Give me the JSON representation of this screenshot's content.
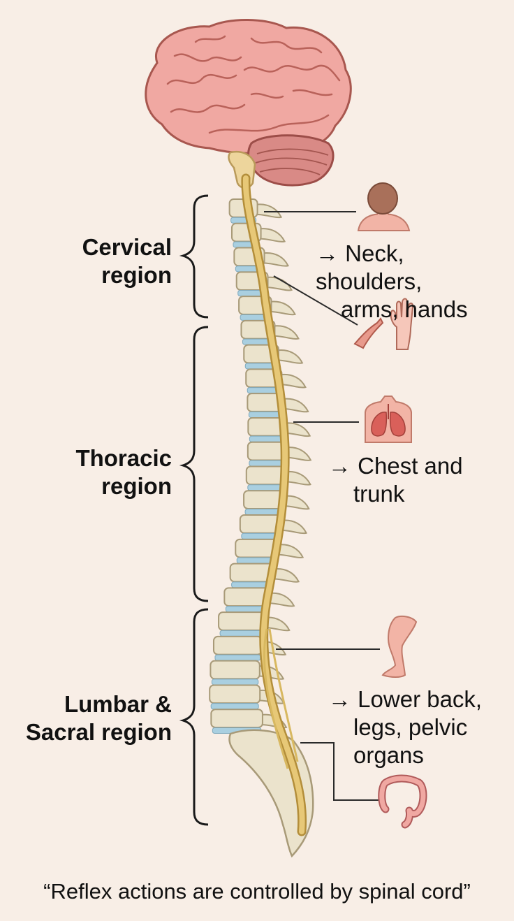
{
  "regions": [
    {
      "line1": "Cervical",
      "line2": "region"
    },
    {
      "line1": "Thoracic",
      "line2": "region"
    },
    {
      "line1": "Lumbar &",
      "line2": "Sacral region"
    }
  ],
  "effects": [
    {
      "arrow": "→",
      "line1": "Neck, shoulders,",
      "line2": "arms, hands",
      "line3": ""
    },
    {
      "arrow": "→",
      "line1": "Chest and",
      "line2": "trunk",
      "line3": ""
    },
    {
      "arrow": "→",
      "line1": "Lower back,",
      "line2": "legs, pelvic",
      "line3": "organs"
    }
  ],
  "caption": "“Reflex actions are controlled by spinal cord”",
  "icons": [
    "head-shoulders-icon",
    "arm-hand-icon",
    "lungs-torso-icon",
    "leg-icon",
    "intestine-icon"
  ],
  "colors": {
    "background": "#f8eee6",
    "brain": "#f0a8a2",
    "cerebellum": "#d98a86",
    "vertebra": "#ebe3cc",
    "disc": "#a9cfe0",
    "spinal_cord": "#e7c877",
    "skin": "#f2b4a6"
  }
}
